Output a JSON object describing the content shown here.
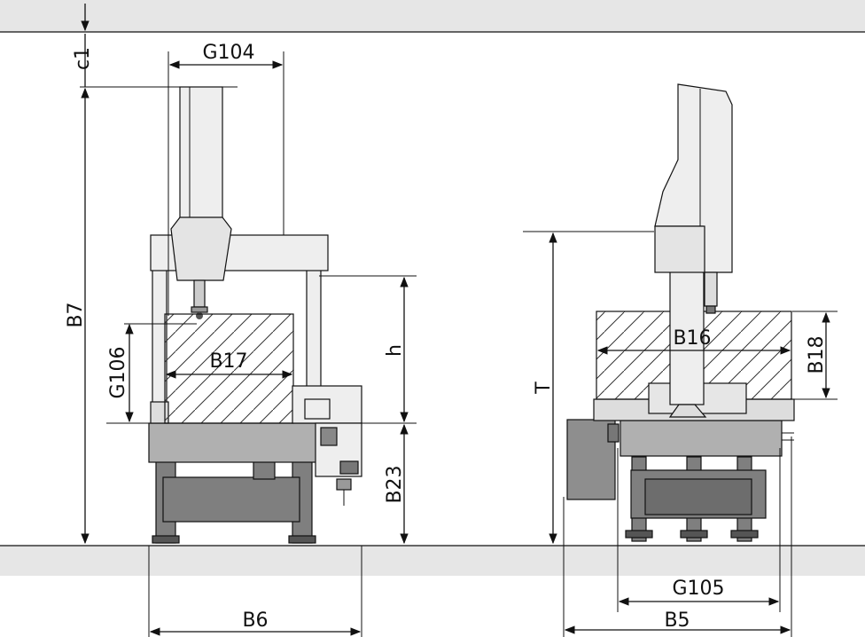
{
  "labels": {
    "c1": "c1",
    "g104": "G104",
    "b7": "B7",
    "g106": "G106",
    "b17": "B17",
    "h": "h",
    "b23": "B23",
    "b6": "B6",
    "t": "T",
    "b16": "B16",
    "b18": "B18",
    "g105": "G105",
    "b5": "B5"
  },
  "colors": {
    "floor": "#e6e6e6",
    "machine_light": "#eeeeee",
    "base_gray": "#b0b0b0",
    "dark_gray": "#7f7f7f",
    "controller_gray": "#8e8e8e",
    "line": "#111111"
  }
}
